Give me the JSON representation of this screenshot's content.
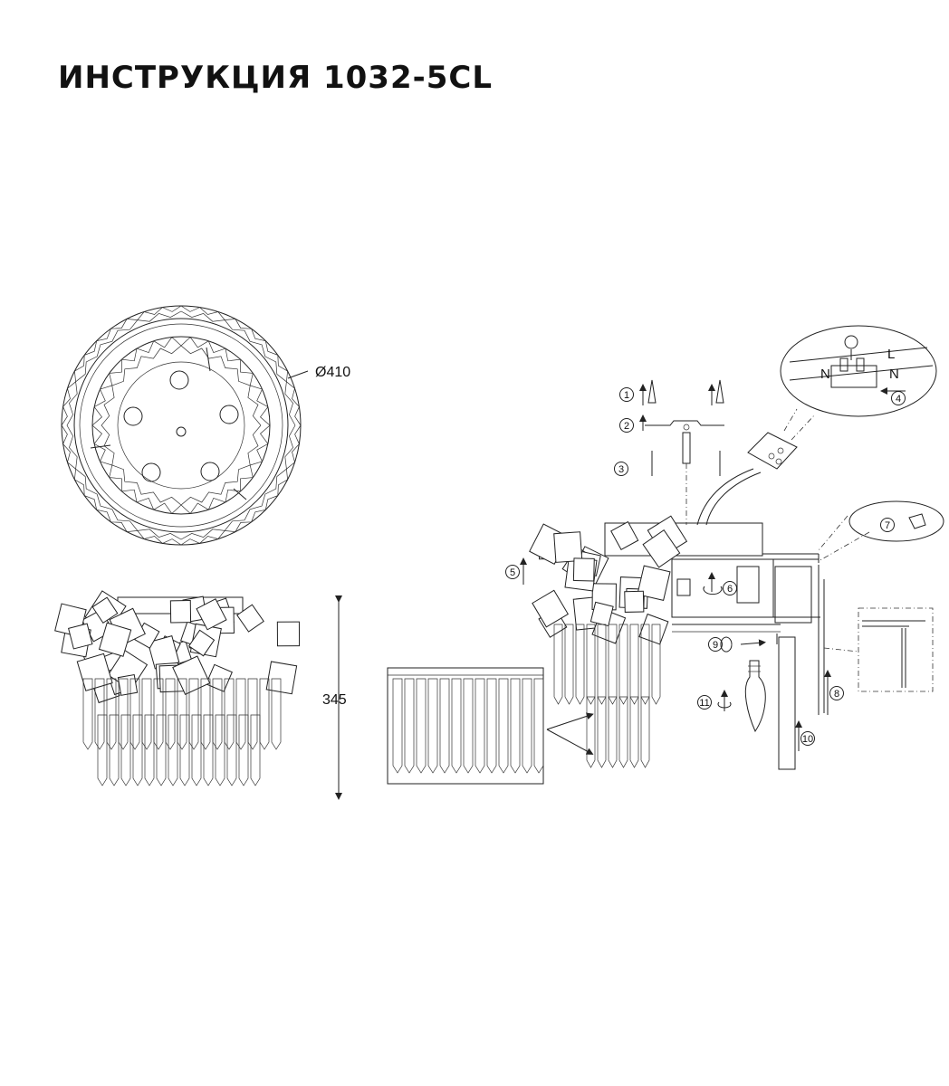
{
  "title": "ИНСТРУКЦИЯ 1032-5CL",
  "dimensions": {
    "diameter": "Ø410",
    "height": "345"
  },
  "steps": [
    "1",
    "2",
    "3",
    "4",
    "5",
    "6",
    "7",
    "8",
    "9",
    "10",
    "11"
  ],
  "wiring": {
    "live": "L",
    "neutral": "N"
  }
}
